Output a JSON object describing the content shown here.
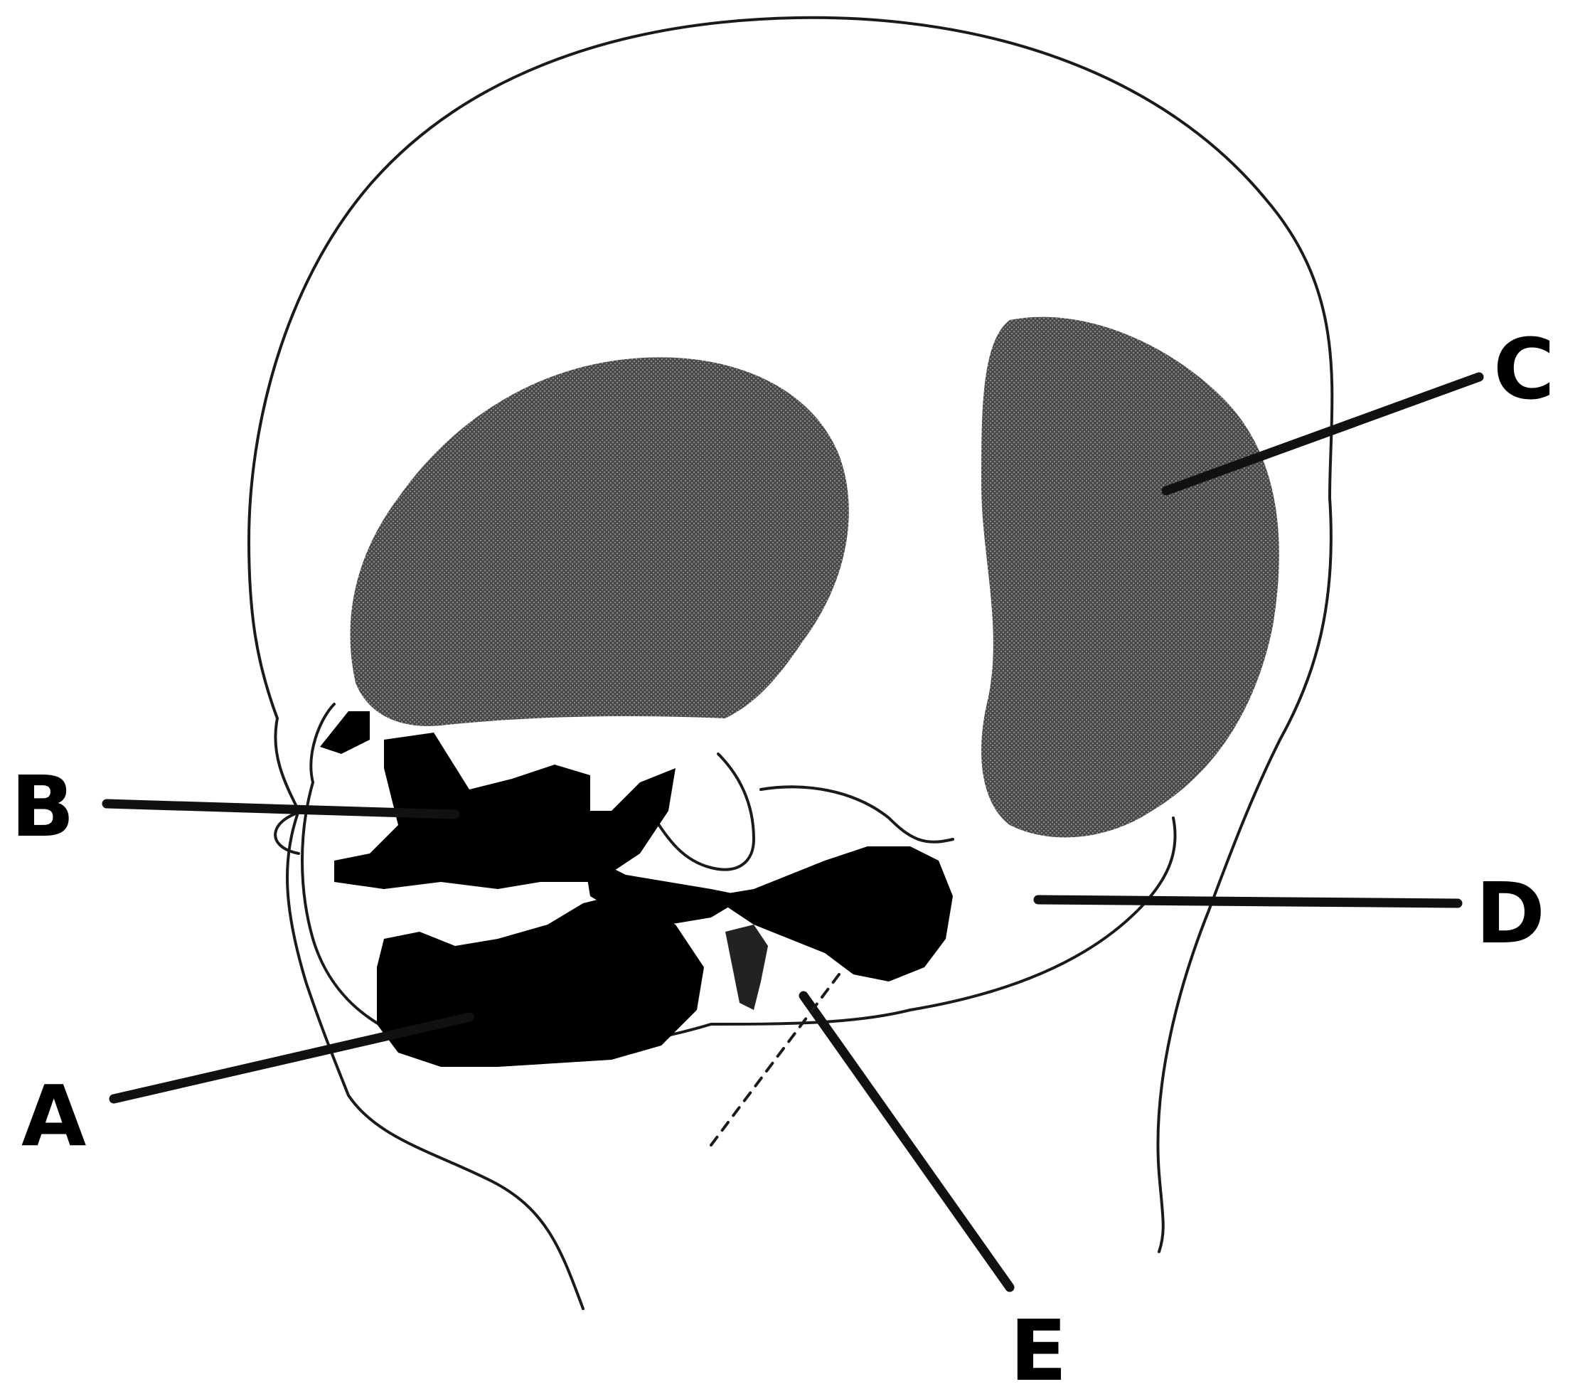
{
  "colors": {
    "background": "#ffffff",
    "lobe_fill": "#555555",
    "dark_fill": "#000000",
    "outline": "#1a1a1a",
    "leader": "#111111"
  },
  "labels": {
    "a": "A",
    "b": "B",
    "c": "C",
    "d": "D",
    "e": "E"
  }
}
